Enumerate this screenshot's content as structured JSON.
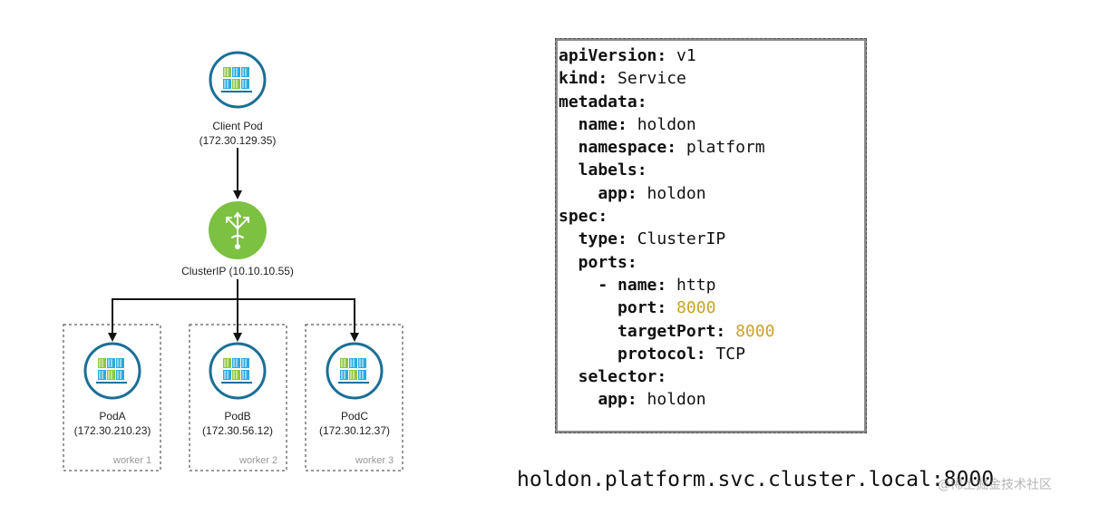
{
  "nodes": {
    "client": {
      "name": "Client Pod",
      "ip": "(172.30.129.35)"
    },
    "service": {
      "name": "ClusterIP (10.10.10.55)"
    },
    "podA": {
      "name": "PodA",
      "ip": "(172.30.210.23)",
      "worker": "worker 1"
    },
    "podB": {
      "name": "PodB",
      "ip": "(172.30.56.12)",
      "worker": "worker 2"
    },
    "podC": {
      "name": "PodC",
      "ip": "(172.30.12.37)",
      "worker": "worker 3"
    }
  },
  "yaml": [
    {
      "key": "apiVersion:",
      "value": " v1"
    },
    {
      "key": "kind:",
      "value": " Service"
    },
    {
      "key": "metadata:",
      "value": ""
    },
    {
      "key": "  name:",
      "value": " holdon"
    },
    {
      "key": "  namespace:",
      "value": " platform"
    },
    {
      "key": "  labels:",
      "value": ""
    },
    {
      "key": "    app:",
      "value": " holdon"
    },
    {
      "key": "spec:",
      "value": ""
    },
    {
      "key": "  type:",
      "value": " ClusterIP"
    },
    {
      "key": "  ports:",
      "value": ""
    },
    {
      "key": "    - name:",
      "value": " http"
    },
    {
      "key": "      port:",
      "value": " 8000",
      "numeric": true
    },
    {
      "key": "      targetPort:",
      "value": " 8000",
      "numeric": true
    },
    {
      "key": "      protocol:",
      "value": " TCP"
    },
    {
      "key": "  selector:",
      "value": ""
    },
    {
      "key": "    app:",
      "value": " holdon"
    }
  ],
  "dns": "holdon.platform.svc.cluster.local:8000",
  "watermark": "@稀土掘金技术社区",
  "colors": {
    "pod": "#1a6f96",
    "service": "#7cc142",
    "container_blue": "#29abe2",
    "container_green": "#8dc63f",
    "number": "#c9a227"
  }
}
